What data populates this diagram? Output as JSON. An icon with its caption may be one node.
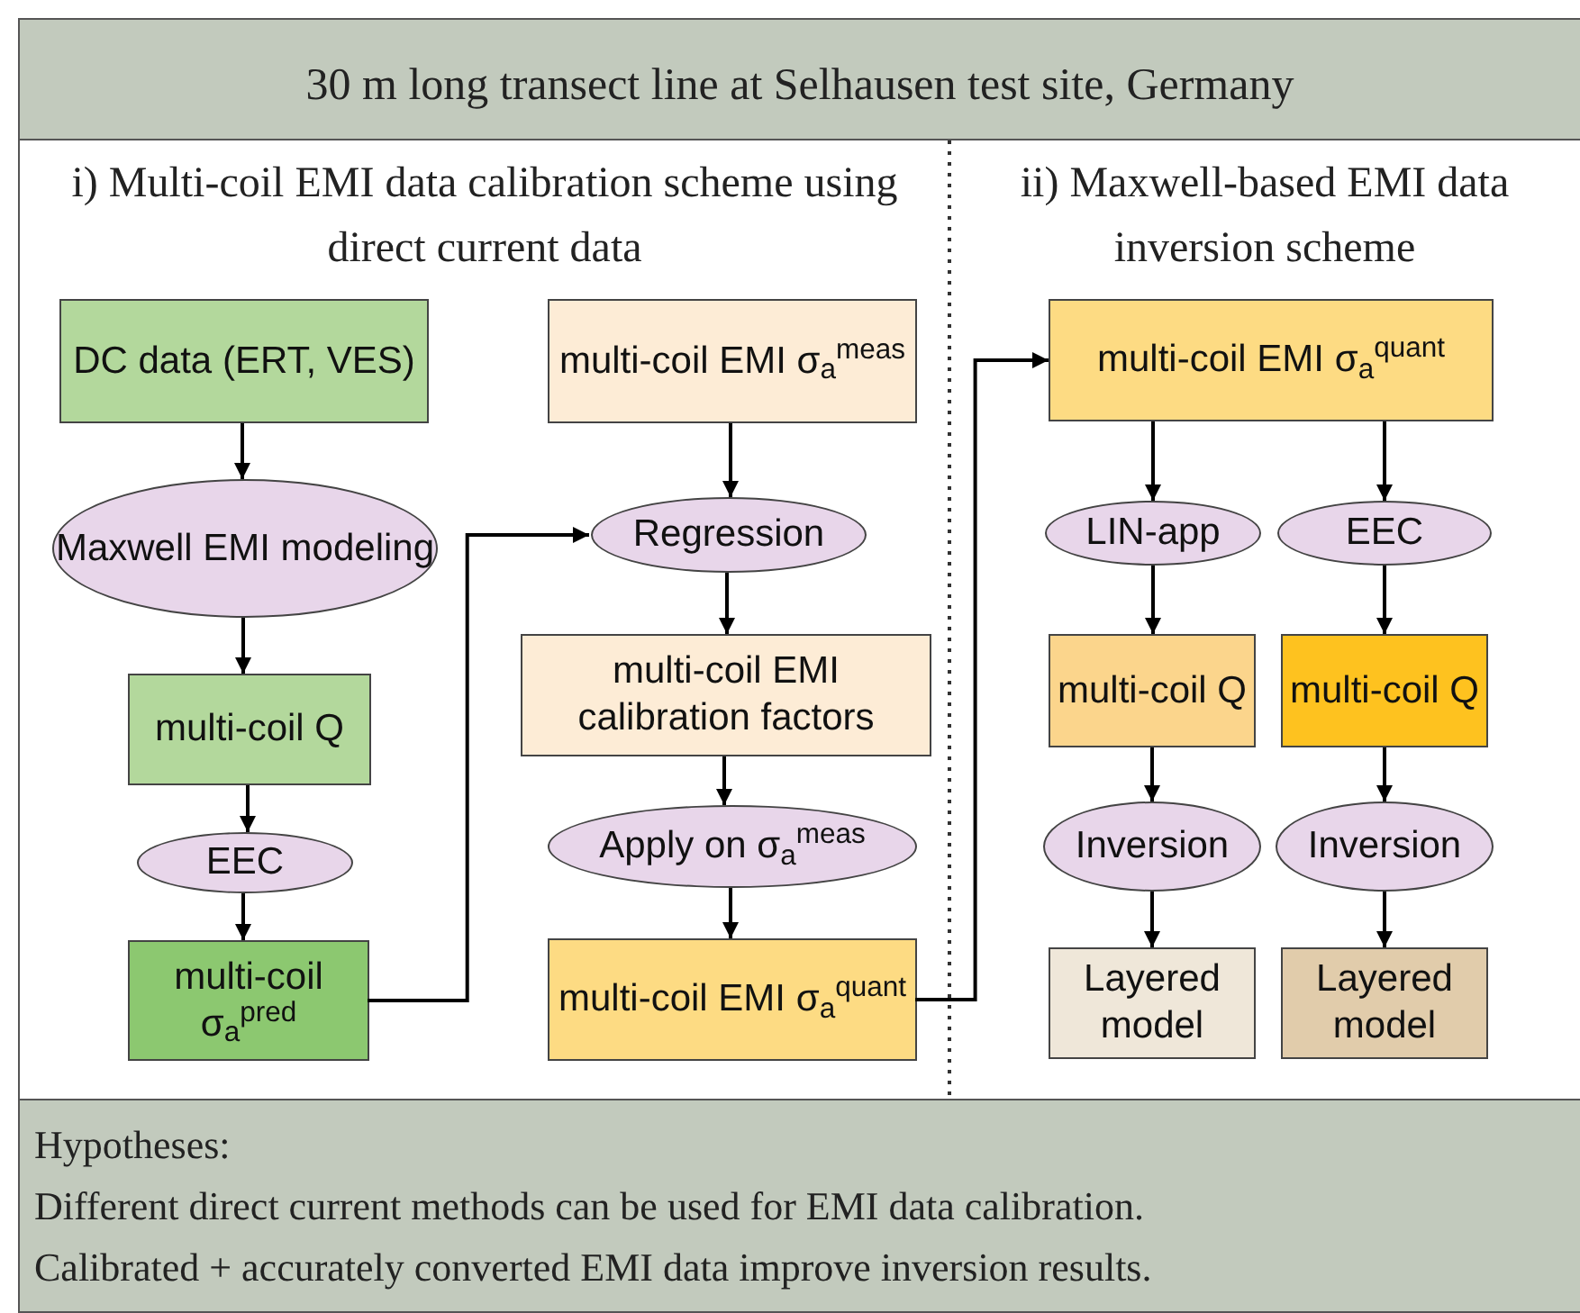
{
  "diagram": {
    "nodes": [
      {
        "text": [
          "30 m long transect line at Selhausen test site, Germany"
        ]
      },
      {
        "text": [
          "i) Multi-coil EMI data calibration scheme using direct current data"
        ]
      },
      {
        "text": [
          "ii) Maxwell-based EMI data inversion scheme"
        ]
      },
      {
        "text": [
          "DC data (ERT, VES)"
        ],
        "in": 1
      },
      {
        "text": [
          "Maxwell EMI modeling"
        ],
        "in": 1
      },
      {
        "text": [
          "multi-coil Q"
        ],
        "in": 1
      },
      {
        "text": [
          "EEC"
        ],
        "in": 1
      },
      {
        "text": [
          "multi-coil σ$_{a}$$^{pred}$"
        ],
        "in": 1
      },
      {
        "text": [
          "multi-coil EMI σ$_{a}$$^{meas}$"
        ],
        "in": 1
      },
      {
        "text": [
          "Regression"
        ],
        "in": 1
      },
      {
        "text": [
          "multi-coil EMI calibration factors"
        ],
        "in": 1
      },
      {
        "text": [
          "Apply on σ$_{a}$$^{meas}$"
        ],
        "in": 1
      },
      {
        "text": [
          "multi-coil EMI σ$_{a}$$^{quant}$"
        ],
        "in": 1
      },
      {
        "text": [
          "multi-coil EMI σ$_{a}$$^{quant}$"
        ],
        "in": 2
      },
      {
        "text": [
          "LIN-app"
        ],
        "in": 2
      },
      {
        "text": [
          "EEC"
        ],
        "in": 2
      },
      {
        "text": [
          "multi-coil Q"
        ],
        "in": 2
      },
      {
        "text": [
          "multi-coil Q"
        ],
        "in": 2
      },
      {
        "text": [
          "Inversion"
        ],
        "in": 2
      },
      {
        "text": [
          "Inversion"
        ],
        "in": 2
      },
      {
        "text": [
          "Layered model"
        ],
        "in": 2
      },
      {
        "text": [
          "Layered model"
        ],
        "in": 2
      },
      {
        "text": [
          "Hypotheses:",
          "Different direct current methods can be used for EMI data calibration.",
          "Calibrated + accurately converted EMI data improve inversion results."
        ]
      }
    ],
    "edges": [
      {
        "from": 3,
        "to": 4,
        "arrow": "to"
      },
      {
        "from": 4,
        "to": 5,
        "arrow": "to"
      },
      {
        "from": 5,
        "to": 6,
        "arrow": "to"
      },
      {
        "from": 6,
        "to": 7,
        "arrow": "to"
      },
      {
        "from": 7,
        "to": 9,
        "arrow": "to"
      },
      {
        "from": 8,
        "to": 9,
        "arrow": "to"
      },
      {
        "from": 9,
        "to": 10,
        "arrow": "to"
      },
      {
        "from": 10,
        "to": 11,
        "arrow": "to"
      },
      {
        "from": 11,
        "to": 12,
        "arrow": "to"
      },
      {
        "from": 12,
        "to": 13,
        "arrow": "to"
      },
      {
        "from": 13,
        "to": 14,
        "arrow": "to"
      },
      {
        "from": 13,
        "to": 15,
        "arrow": "to"
      },
      {
        "from": 14,
        "to": 16,
        "arrow": "to"
      },
      {
        "from": 15,
        "to": 17,
        "arrow": "to"
      },
      {
        "from": 16,
        "to": 18,
        "arrow": "to"
      },
      {
        "from": 17,
        "to": 19,
        "arrow": "to"
      },
      {
        "from": 18,
        "to": 20,
        "arrow": "to"
      },
      {
        "from": 19,
        "to": 21,
        "arrow": "to"
      }
    ]
  }
}
